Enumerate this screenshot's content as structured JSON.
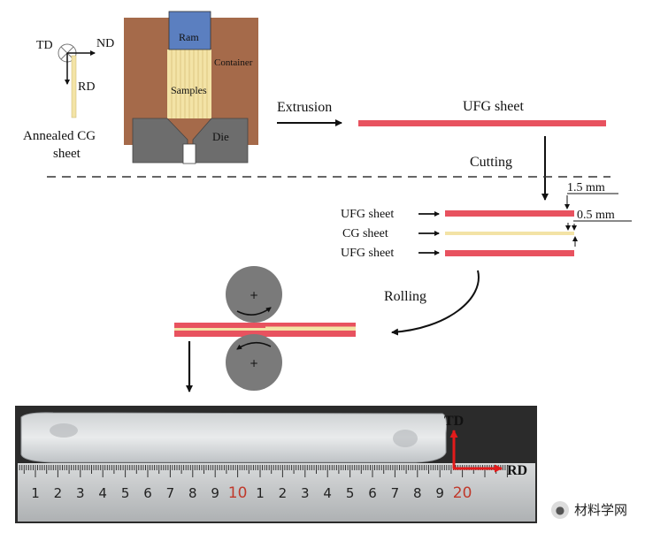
{
  "diagram": {
    "axes": {
      "td": "TD",
      "nd": "ND",
      "rd": "RD"
    },
    "cg_sheet_label_line1": "Annealed CG",
    "cg_sheet_label_line2": "sheet",
    "press": {
      "ram": "Ram",
      "container": "Container",
      "samples": "Samples",
      "die": "Die"
    },
    "extrusion_label": "Extrusion",
    "ufg_sheet_label": "UFG sheet",
    "cutting_label": "Cutting",
    "stack": {
      "top": "UFG sheet",
      "middle": "CG sheet",
      "bottom": "UFG sheet",
      "dim_thick": "1.5 mm",
      "dim_thin": "0.5 mm"
    },
    "rolling_label": "Rolling",
    "photo": {
      "td_label": "TD",
      "rd_label": "RD",
      "ruler_numbers": [
        "1",
        "2",
        "3",
        "4",
        "5",
        "6",
        "7",
        "8",
        "9",
        "10",
        "1",
        "2",
        "3",
        "4",
        "5",
        "6",
        "7",
        "8",
        "9",
        "20"
      ]
    },
    "colors": {
      "container": "#a56a4a",
      "ram": "#5b7fc0",
      "samples": "#f3e3a6",
      "die": "#6d6d6d",
      "ufg": "#e8525f",
      "cg": "#f3e3a6",
      "roller": "#7a7a7a",
      "arrow_red": "#e31b1b"
    }
  },
  "watermark": {
    "icon": "wechat-icon",
    "text": "材料学网"
  }
}
